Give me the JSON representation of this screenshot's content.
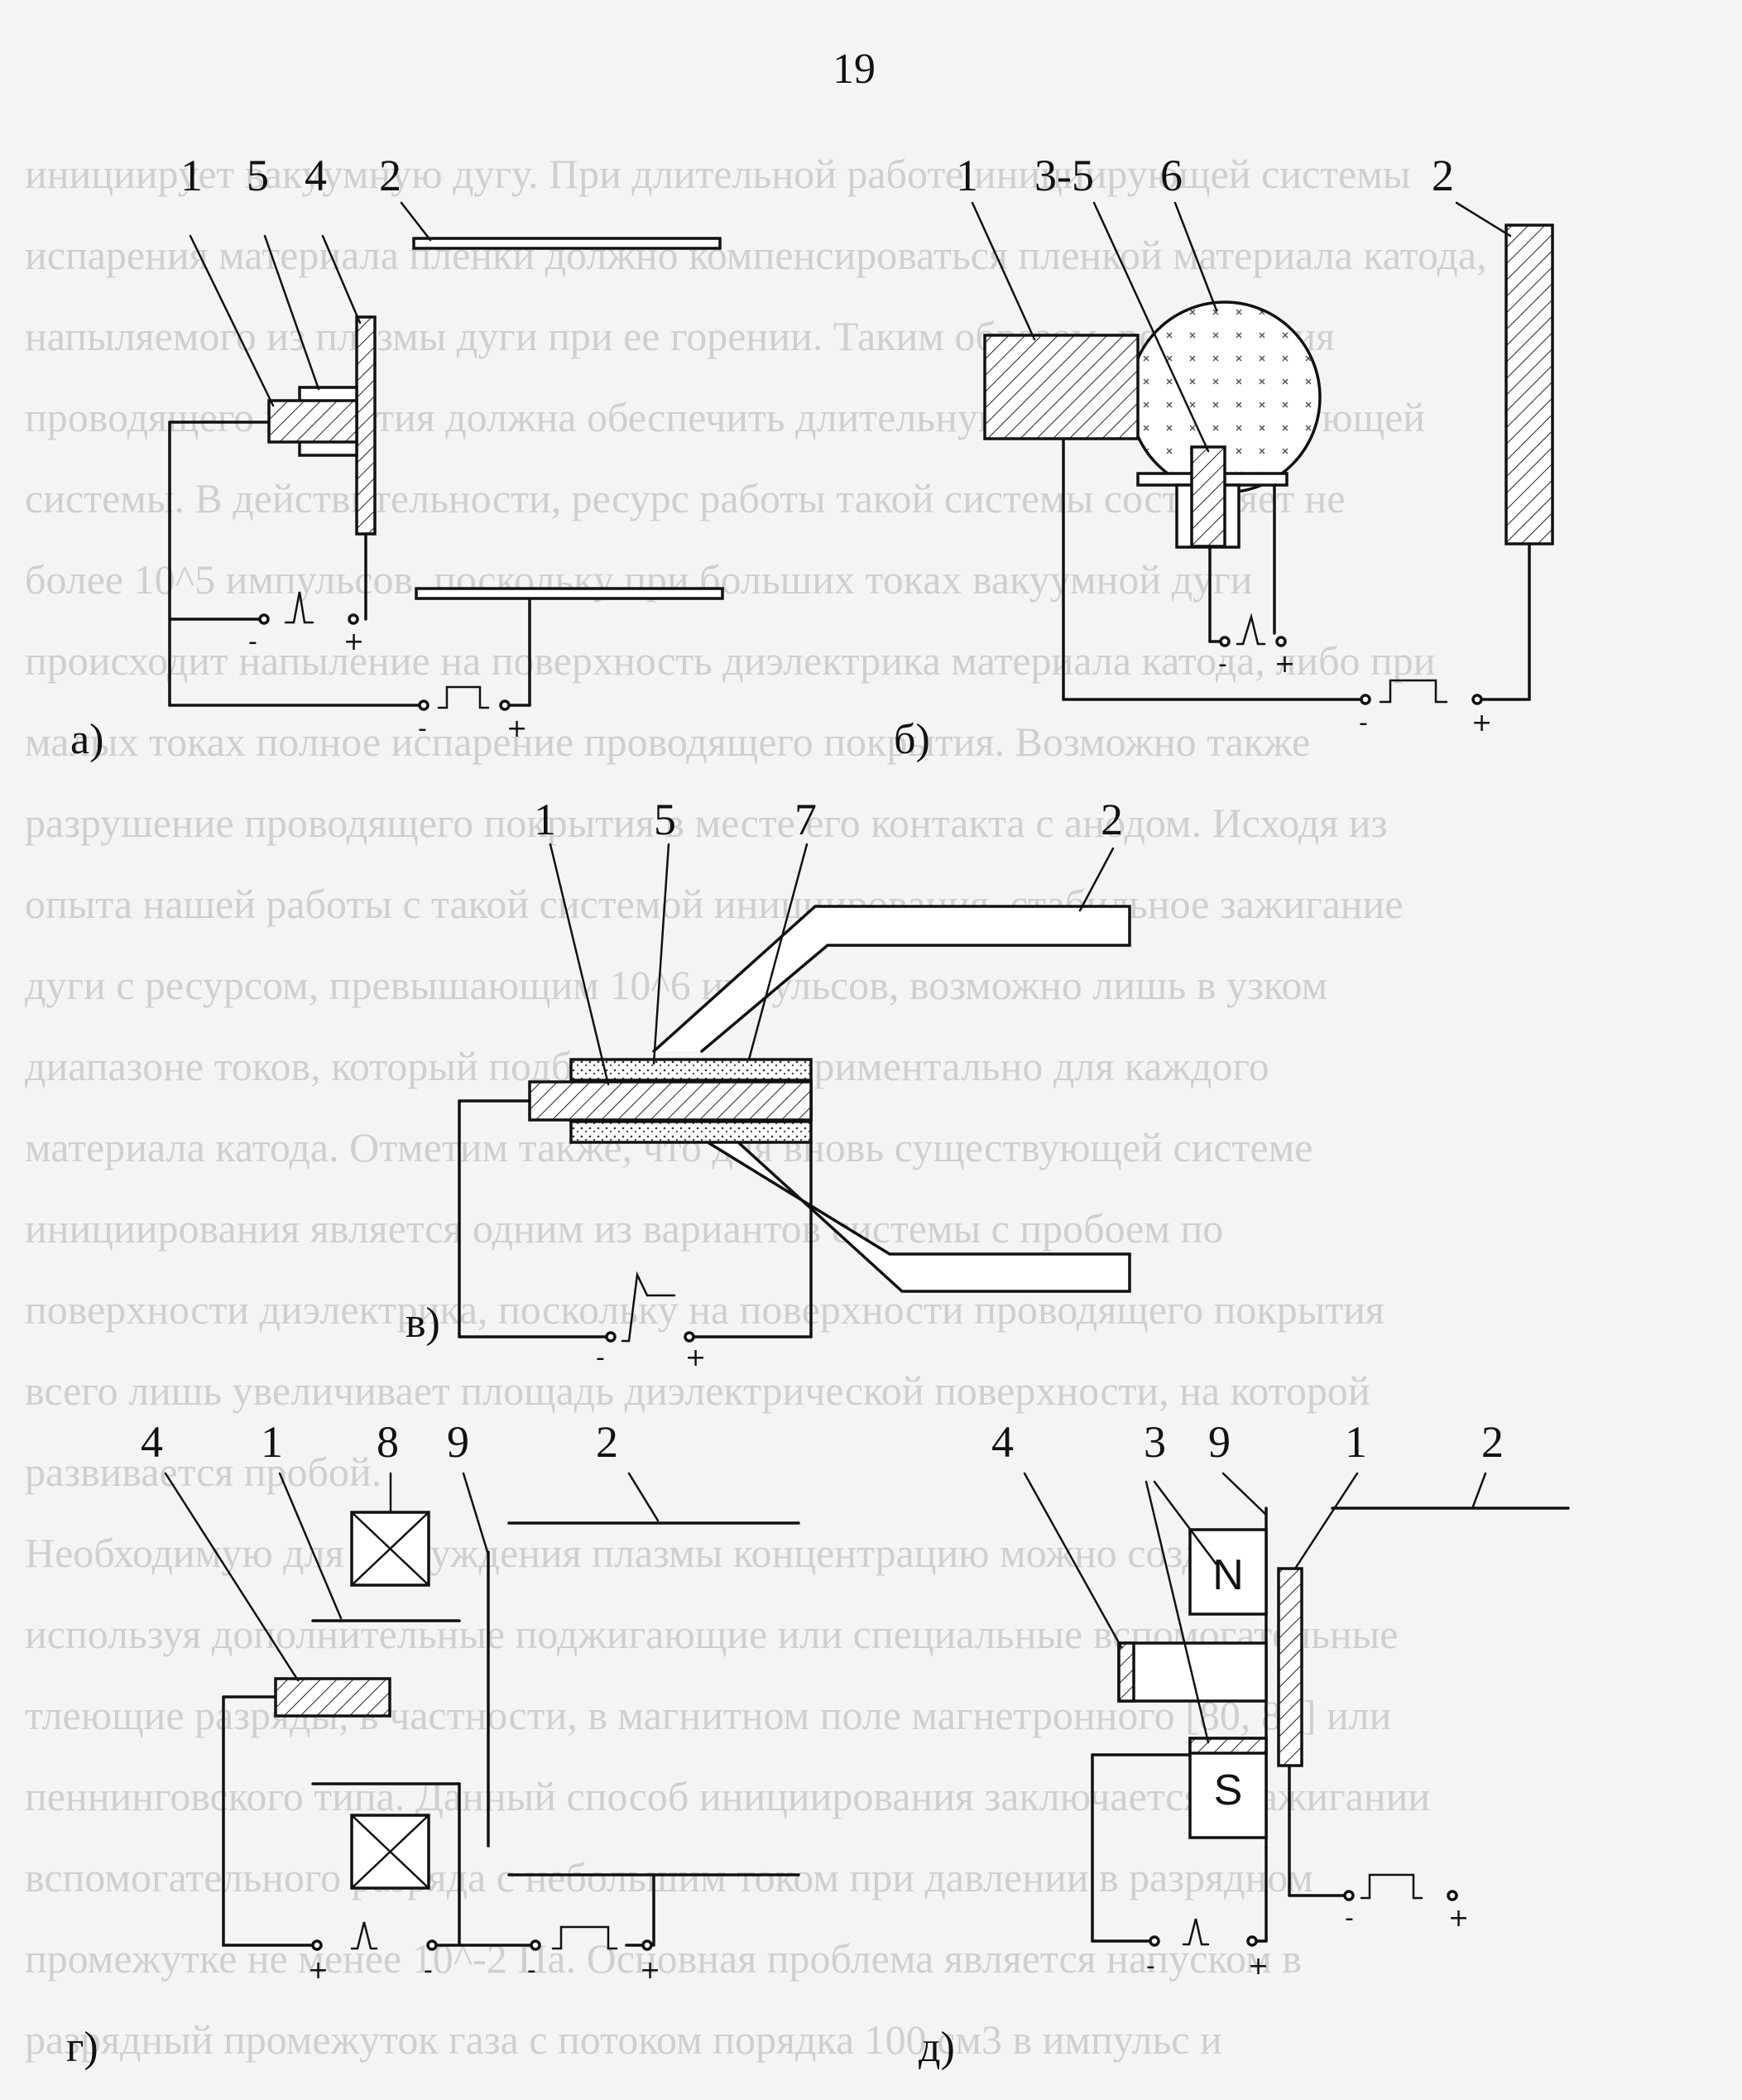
{
  "page_number": "19",
  "background_text": [
    "инициирует вакуумную дугу. При длительной работе инициирующей системы",
    "испарения материала пленки должно компенсироваться пленкой материала катода,",
    "напыляемого из плазмы дуги при ее горении. Таким образом, регенерация",
    "проводящего покрытия должна обеспечить длительную работу инициирующей",
    "системы. В действительности, ресурс работы такой системы составляет не",
    "более 10^5 импульсов, поскольку при больших токах вакуумной дуги",
    "происходит напыление на поверхность диэлектрика материала катода, либо при",
    "малых токах полное испарение проводящего покрытия. Возможно также",
    "разрушение проводящего покрытия в месте его контакта с анодом. Исходя из",
    "опыта нашей работы с такой системой инициирования, стабильное зажигание",
    "дуги с ресурсом, превышающим 10^6 импульсов, возможно лишь в узком",
    "диапазоне токов, который подбирается экспериментально для каждого",
    "материала катода. Отметим также, что для вновь существующей системе",
    "инициирования является одним из вариантов системы с пробоем по",
    "поверхности диэлектрика, поскольку на поверхности проводящего покрытия",
    "всего лишь увеличивает площадь диэлектрической поверхности, на которой",
    "развивается пробой.",
    "Необходимую для возбуждения плазмы концентрацию можно создать,",
    "используя дополнительные поджигающие или специальные вспомогательные",
    "тлеющие разряды, в частности, в магнитном поле магнетронного [80, 81] или",
    "пеннинговского типа. Данный способ инициирования заключается в зажигании",
    "вспомогательного разряда с небольшим током при давлении в разрядном",
    "промежутке не менее 10^-2 Па. Основная проблема является напуском в",
    "разрядный промежуток газа с потоком порядка 100 см3 в импульс и"
  ],
  "diagrams": [
    {
      "caption": "а)",
      "labels": [
        "1",
        "5",
        "4",
        "2"
      ],
      "pulse_polarity": [
        "-",
        "+"
      ],
      "supply_polarity": [
        "-",
        "+"
      ]
    },
    {
      "caption": "б)",
      "labels": [
        "1",
        "3-5",
        "6",
        "2"
      ],
      "pulse_polarity": [
        "-",
        "+"
      ],
      "supply_polarity": [
        "-",
        "+"
      ]
    },
    {
      "caption": "в)",
      "labels": [
        "1",
        "5",
        "7",
        "2"
      ],
      "pulse_polarity": [
        "-",
        "+"
      ]
    },
    {
      "caption": "г)",
      "labels": [
        "4",
        "1",
        "8",
        "9",
        "2"
      ],
      "pulse_polarity": [
        "+",
        "-"
      ],
      "supply_polarity": [
        "-",
        "+"
      ]
    },
    {
      "caption": "д)",
      "labels": [
        "4",
        "3",
        "9",
        "1",
        "2"
      ],
      "magnet_poles": [
        "N",
        "S"
      ],
      "pulse_polarity": [
        "-",
        "+"
      ],
      "supply_polarity": [
        "-",
        "+"
      ]
    }
  ]
}
